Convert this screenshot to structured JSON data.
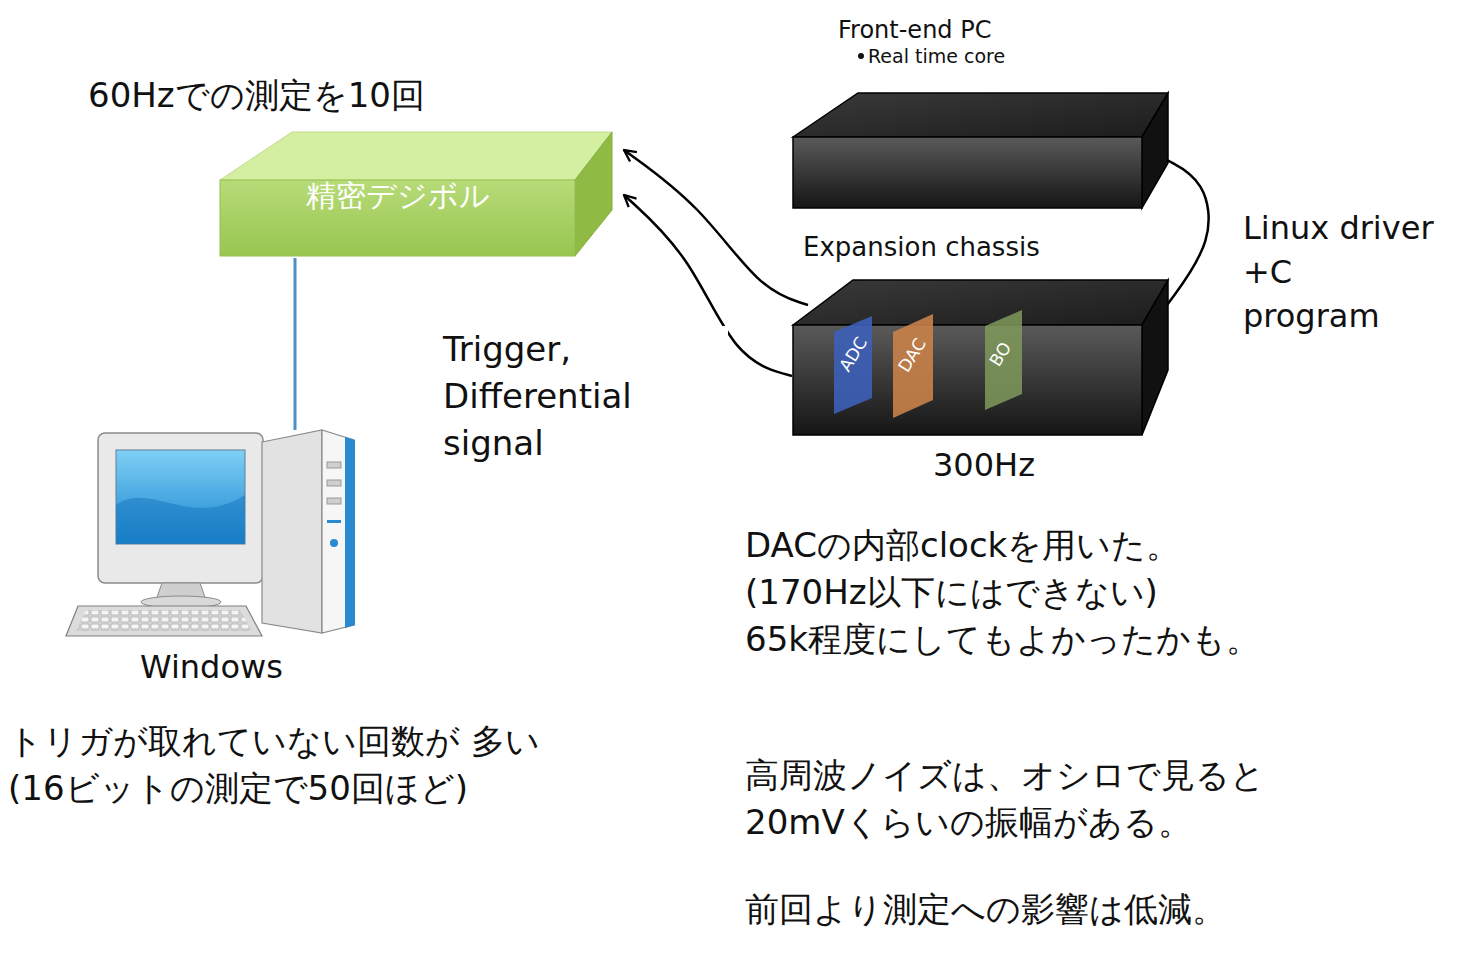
{
  "diagram": {
    "nodes": [
      {
        "text": [
          "Front-end PC",
          "Real time core"
        ]
      },
      {
        "text": [
          "精密デジボル"
        ]
      },
      {
        "text": [
          "Expansion chassis",
          "300Hz"
        ]
      },
      {
        "text": [
          "ADC"
        ],
        "in": 2
      },
      {
        "text": [
          "DAC"
        ],
        "in": 2
      },
      {
        "text": [
          "BO"
        ],
        "in": 2
      },
      {
        "text": [
          "Windows"
        ]
      }
    ],
    "edges": [
      {
        "from": 2,
        "to": 1,
        "arrow": "to"
      },
      {
        "from": 2,
        "to": 1,
        "arrow": "to"
      },
      {
        "from": 0,
        "to": 2,
        "arrow": "none"
      },
      {
        "from": 1,
        "to": 6,
        "arrow": "none"
      }
    ],
    "labels": [
      "60Hzでの測定を10回",
      "Trigger, Differential signal",
      "Linux driver +C program",
      "DACの内部clockを用いた。 (170Hz以下にはできない) 65k程度にしてもよかったかも。",
      "高周波ノイズは、オシロで見ると 20mVくらいの振幅がある。",
      "前回より測定への影響は低減。",
      "トリガが取れていない回数が 多い(16ビットの測定で50回ほど)"
    ]
  }
}
